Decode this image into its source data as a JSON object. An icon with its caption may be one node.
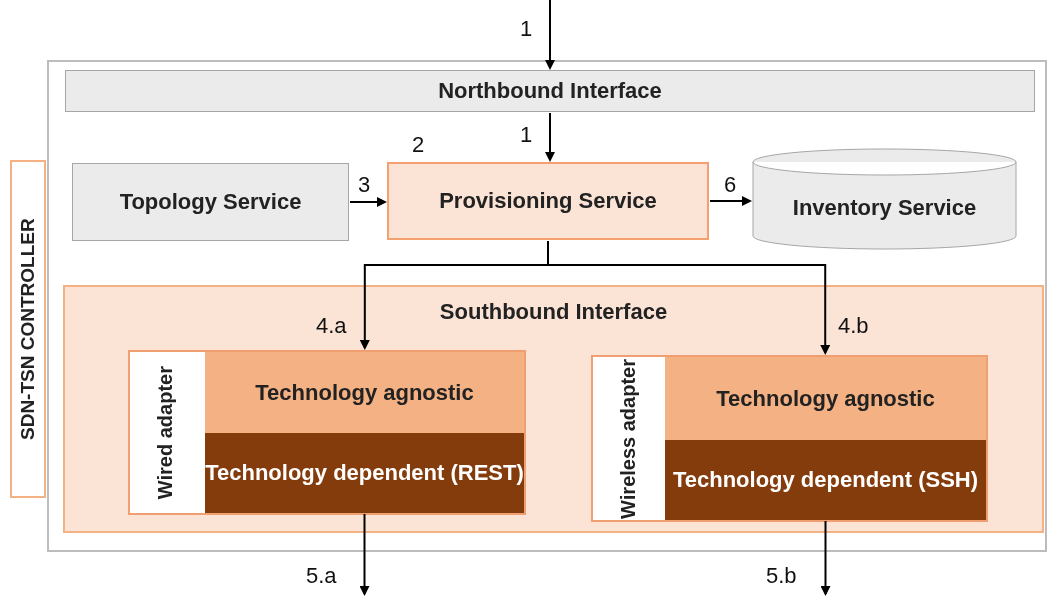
{
  "diagram": {
    "nodes": [
      {
        "text": [
          "SDN-TSN CONTROLLER"
        ]
      },
      {
        "text": [
          "Northbound Interface"
        ],
        "in": 0
      },
      {
        "text": [
          "Topology Service"
        ],
        "in": 0
      },
      {
        "text": [
          "Provisioning Service"
        ],
        "in": 0,
        "beside": [
          "2"
        ]
      },
      {
        "text": [
          "Inventory Service"
        ],
        "in": 0
      },
      {
        "text": [
          "Southbound Interface"
        ],
        "in": 0
      },
      {
        "text": [
          "Wired adapter"
        ],
        "in": 5
      },
      {
        "text": [
          "Technology agnostic"
        ],
        "in": 6
      },
      {
        "text": [
          "Technology dependent (REST)"
        ],
        "in": 6
      },
      {
        "text": [
          "Wireless adapter"
        ],
        "in": 5
      },
      {
        "text": [
          "Technology agnostic"
        ],
        "in": 9
      },
      {
        "text": [
          "Technology dependent (SSH)"
        ],
        "in": 9
      }
    ],
    "edges": [
      {
        "from": null,
        "to": 1,
        "arrow": "to",
        "label": "1"
      },
      {
        "from": 1,
        "to": 3,
        "arrow": "to",
        "label": "1"
      },
      {
        "from": 2,
        "to": 3,
        "arrow": "to",
        "label": "3"
      },
      {
        "from": 3,
        "to": 4,
        "arrow": "to",
        "label": "6"
      },
      {
        "from": 3,
        "to": 6,
        "arrow": "to",
        "label": "4.a"
      },
      {
        "from": 3,
        "to": 9,
        "arrow": "to",
        "label": "4.b"
      },
      {
        "from": 8,
        "to": null,
        "arrow": "to",
        "label": "5.a"
      },
      {
        "from": 11,
        "to": null,
        "arrow": "to",
        "label": "5.b"
      }
    ]
  }
}
